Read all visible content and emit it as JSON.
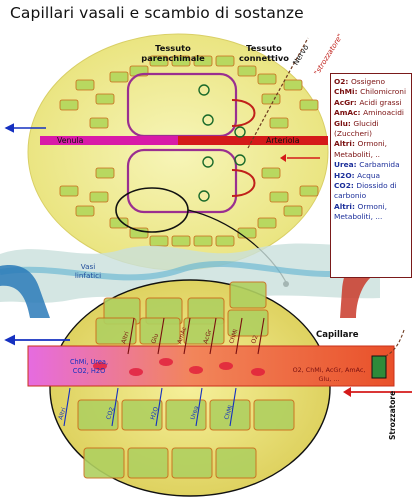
{
  "title": "Capillari vasali e scambio di sostanze",
  "labels": {
    "tessuto_parenchimale": "Tessuto parenchimale",
    "tessuto_connettivo": "Tessuto connettivo",
    "nervo": "Nervo",
    "strozzatore_top": "\"strozzatore\"",
    "venula": "Venula",
    "arteriola": "Arteriola",
    "vasi_linfatici": "Vasi linfatici",
    "capillare": "Capillare",
    "strozzatore_side": "Strozzatore"
  },
  "legend": {
    "entries": [
      {
        "key": "O2:",
        "value": "Ossigeno",
        "group": "in"
      },
      {
        "key": "ChMi:",
        "value": "Chilomicroni",
        "group": "in"
      },
      {
        "key": "AcGr:",
        "value": "Acidi grassi",
        "group": "in"
      },
      {
        "key": "AmAc:",
        "value": "Aminoacidi",
        "group": "in"
      },
      {
        "key": "Glu:",
        "value": "Glucidi (Zuccheri)",
        "group": "in"
      },
      {
        "key": "Altri:",
        "value": "Ormoni, Metaboliti, ..",
        "group": "in"
      },
      {
        "key": "Urea:",
        "value": "Carbamida",
        "group": "out"
      },
      {
        "key": "H2O:",
        "value": "Acqua",
        "group": "out"
      },
      {
        "key": "CO2:",
        "value": "Diossido di carbonio",
        "group": "out"
      },
      {
        "key": "Altri:",
        "value": "Ormoni, Metaboliti, ...",
        "group": "out"
      }
    ]
  },
  "capillary": {
    "out_box": "ChMi, Urea, CO2, H2O",
    "in_box": "O2, ChMi, AcGr, AmAc, Glu, ..."
  },
  "arrows_up": [
    "Altri",
    "Glu",
    "AmAc",
    "AcGr",
    "ChMi",
    "O2"
  ],
  "arrows_down": [
    "Altri",
    "CO2",
    "H2O",
    "Urea",
    "ChMi"
  ],
  "colors": {
    "tissue_fill": "#f2ef9a",
    "cell_fill": "#b8d860",
    "venula": "#d81aa8",
    "arteriola": "#d41a1a",
    "capillary_band": "#f07a50",
    "arrow_blue": "#1530c0"
  }
}
